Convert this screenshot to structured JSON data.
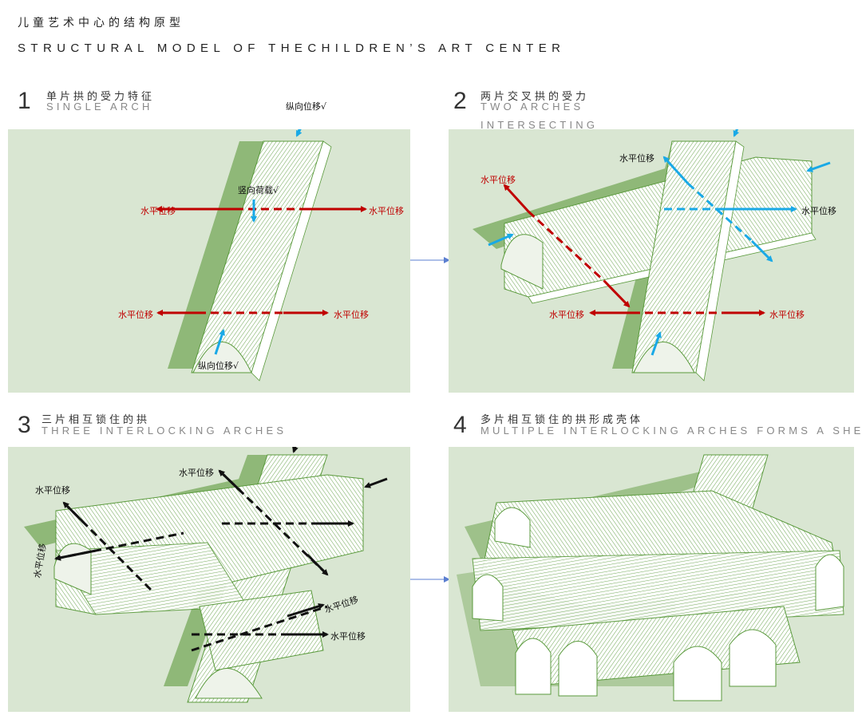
{
  "header": {
    "title_cn": "儿童艺术中心的结构原型",
    "title_en": "STRUCTURAL MODEL OF THECHILDREN’S ART CENTER"
  },
  "sections": [
    {
      "number": "1",
      "title_cn": "单片拱的受力特征",
      "title_en": "SINGLE ARCH"
    },
    {
      "number": "2",
      "title_cn": "两片交叉拱的受力",
      "title_en_1": "TWO ARCHES",
      "title_en_2": "INTERSECTING"
    },
    {
      "number": "3",
      "title_cn": "三片相互锁住的拱",
      "title_en": "THREE INTERLOCKING ARCHES"
    },
    {
      "number": "4",
      "title_cn": "多片相互锁住的拱形成壳体",
      "title_en": "MULTIPLE INTERLOCKING ARCHES FORMS A SHELL"
    }
  ],
  "labels": {
    "horizontal_disp": "水平位移",
    "longitudinal_disp": "纵向位移√",
    "vertical_load": "竖向荷载√"
  },
  "colors": {
    "panel_bg": "#d9e6d2",
    "shadow": "#8fb878",
    "arch_line": "#5a9a3c",
    "red_arrow": "#c00000",
    "blue_arrow": "#19a9e6",
    "black_arrow": "#111111",
    "connector": "#5b7fd0"
  }
}
